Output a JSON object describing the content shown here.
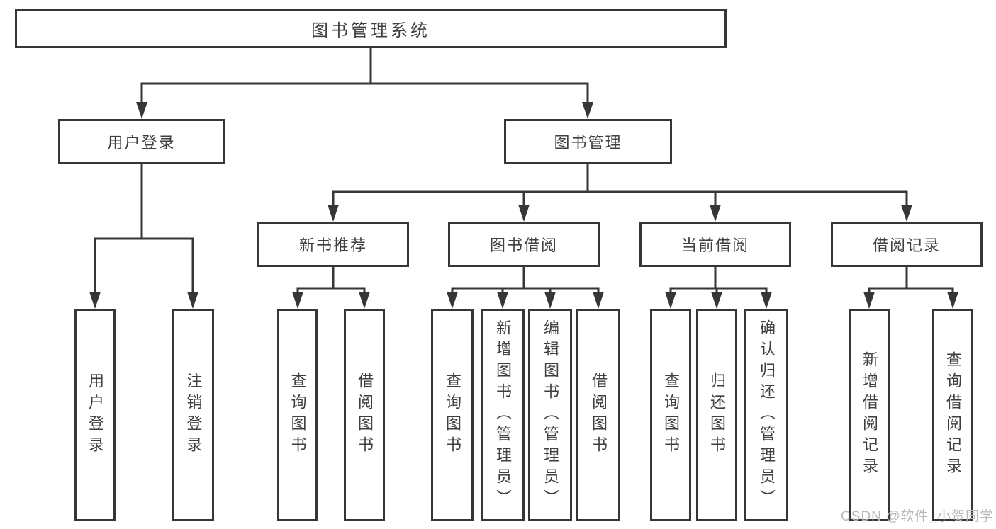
{
  "tree": {
    "label": "图书管理系统",
    "children": [
      {
        "label": "用户登录",
        "children": [
          {
            "label": "用户登录"
          },
          {
            "label": "注销登录"
          }
        ]
      },
      {
        "label": "图书管理",
        "children": [
          {
            "label": "新书推荐",
            "children": [
              {
                "label": "查询图书"
              },
              {
                "label": "借阅图书"
              }
            ]
          },
          {
            "label": "图书借阅",
            "children": [
              {
                "label": "查询图书"
              },
              {
                "label": "新增图书（管理员）"
              },
              {
                "label": "编辑图书（管理员）"
              },
              {
                "label": "借阅图书"
              }
            ]
          },
          {
            "label": "当前借阅",
            "children": [
              {
                "label": "查询图书"
              },
              {
                "label": "归还图书"
              },
              {
                "label": "确认归还（管理员）"
              }
            ]
          },
          {
            "label": "借阅记录",
            "children": [
              {
                "label": "新增借阅记录"
              },
              {
                "label": "查询借阅记录"
              }
            ]
          }
        ]
      }
    ]
  },
  "watermark": {
    "text": "CSDN @软件_小贺同学"
  },
  "colors": {
    "line": "#363636",
    "text": "#3f3f3f",
    "box_background": "#ffffff",
    "watermark": "#b9b9b9",
    "background": "#ffffff"
  }
}
